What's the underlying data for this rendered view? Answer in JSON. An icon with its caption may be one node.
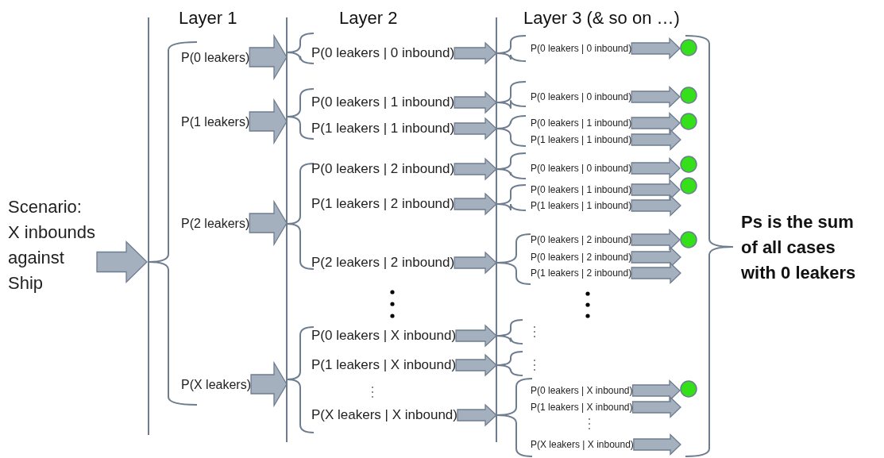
{
  "diagram": {
    "nodes": [
      {
        "text": [
          "Scenario: X inbounds against Ship"
        ]
      },
      {
        "text": [
          "P(0 leakers)"
        ]
      },
      {
        "text": [
          "P(1 leakers)"
        ]
      },
      {
        "text": [
          "P(2 leakers)"
        ]
      },
      {
        "text": [
          "P(X leakers)"
        ]
      },
      {
        "text": [
          "P(0 leakers | 0 inbound)"
        ]
      },
      {
        "text": [
          "P(0 leakers | 1 inbound)"
        ]
      },
      {
        "text": [
          "P(1 leakers | 1 inbound)"
        ]
      },
      {
        "text": [
          "P(0 leakers | 2 inbound)"
        ]
      },
      {
        "text": [
          "P(1 leakers | 2 inbound)"
        ]
      },
      {
        "text": [
          "P(2 leakers | 2 inbound)"
        ]
      },
      {
        "text": [
          "P(0 leakers | X inbound)"
        ]
      },
      {
        "text": [
          "P(1 leakers | X inbound)"
        ]
      },
      {
        "text": [
          "P(X leakers | X inbound)"
        ]
      },
      {
        "text": [
          "P(0 leakers | 0 inbound)"
        ]
      },
      {
        "text": [
          "P(0 leakers | 0 inbound)"
        ]
      },
      {
        "text": [
          "P(0 leakers | 1 inbound)"
        ]
      },
      {
        "text": [
          "P(1 leakers | 1 inbound)"
        ]
      },
      {
        "text": [
          "P(0 leakers | 0 inbound)"
        ]
      },
      {
        "text": [
          "P(0 leakers | 1 inbound)"
        ]
      },
      {
        "text": [
          "P(1 leakers | 1 inbound)"
        ]
      },
      {
        "text": [
          "P(0 leakers | 2 inbound)"
        ]
      },
      {
        "text": [
          "P(0 leakers | 2 inbound)"
        ]
      },
      {
        "text": [
          "P(1 leakers | 2 inbound)"
        ]
      },
      {
        "text": [
          "P(0 leakers | X inbound)"
        ]
      },
      {
        "text": [
          "P(1 leakers | X inbound)"
        ]
      },
      {
        "text": [
          "P(X leakers | X inbound)"
        ]
      },
      {
        "text": [],
        "shape": "circle"
      },
      {
        "text": [],
        "shape": "circle"
      },
      {
        "text": [],
        "shape": "circle"
      },
      {
        "text": [],
        "shape": "circle"
      },
      {
        "text": [],
        "shape": "circle"
      },
      {
        "text": [],
        "shape": "circle"
      },
      {
        "text": [],
        "shape": "circle"
      }
    ],
    "edges": [
      {
        "from": 0,
        "to": null,
        "arrow": "to"
      },
      {
        "from": 1,
        "to": null,
        "arrow": "to"
      },
      {
        "from": 2,
        "to": null,
        "arrow": "to"
      },
      {
        "from": 3,
        "to": null,
        "arrow": "to"
      },
      {
        "from": 4,
        "to": null,
        "arrow": "to"
      },
      {
        "from": 5,
        "to": null,
        "arrow": "to"
      },
      {
        "from": 6,
        "to": null,
        "arrow": "to"
      },
      {
        "from": 7,
        "to": null,
        "arrow": "to"
      },
      {
        "from": 8,
        "to": null,
        "arrow": "to"
      },
      {
        "from": 9,
        "to": null,
        "arrow": "to"
      },
      {
        "from": 10,
        "to": null,
        "arrow": "to"
      },
      {
        "from": 11,
        "to": null,
        "arrow": "to"
      },
      {
        "from": 12,
        "to": null,
        "arrow": "to"
      },
      {
        "from": 13,
        "to": null,
        "arrow": "to"
      },
      {
        "from": 14,
        "to": 27,
        "arrow": "to"
      },
      {
        "from": 15,
        "to": 28,
        "arrow": "to"
      },
      {
        "from": 16,
        "to": 29,
        "arrow": "to"
      },
      {
        "from": 17,
        "to": null,
        "arrow": "to"
      },
      {
        "from": 18,
        "to": 30,
        "arrow": "to"
      },
      {
        "from": 19,
        "to": 31,
        "arrow": "to"
      },
      {
        "from": 20,
        "to": null,
        "arrow": "to"
      },
      {
        "from": 21,
        "to": 32,
        "arrow": "to"
      },
      {
        "from": 22,
        "to": null,
        "arrow": "to"
      },
      {
        "from": 23,
        "to": null,
        "arrow": "to"
      },
      {
        "from": 24,
        "to": 33,
        "arrow": "to"
      },
      {
        "from": 25,
        "to": null,
        "arrow": "to"
      },
      {
        "from": 26,
        "to": null,
        "arrow": "to"
      }
    ],
    "labels": [
      "Layer 1",
      "Layer 2",
      "Layer 3 (& so on …)",
      "Ps is the sum of all cases with 0 leakers"
    ]
  }
}
